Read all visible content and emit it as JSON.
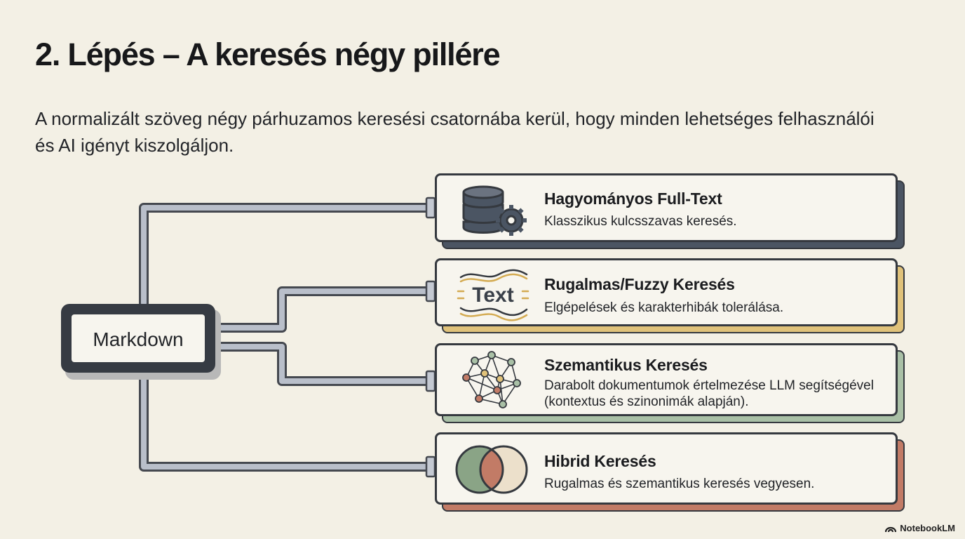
{
  "title": "2. Lépés – A keresés négy pillére",
  "subtitle": "A normalizált szöveg négy párhuzamos keresési csatornába kerül, hogy minden lehetséges felhasználói és AI igényt kiszolgáljon.",
  "source_node": {
    "label": "Markdown"
  },
  "cards": [
    {
      "title": "Hagyományos Full-Text",
      "description": "Klasszikus kulcsszavas keresés.",
      "icon": "database-gear-icon",
      "accent": "#4b5563"
    },
    {
      "title": "Rugalmas/Fuzzy Keresés",
      "description": "Elgépelések és karakterhibák tolerálása.",
      "icon": "wavy-text-icon",
      "icon_text": "Text",
      "accent": "#e0c27a"
    },
    {
      "title": "Szemantikus Keresés",
      "description": "Darabolt dokumentumok értelmezése LLM segítségével (kontextus és szinonimák alapján).",
      "icon": "network-graph-icon",
      "accent": "#a9c0a6"
    },
    {
      "title": "Hibrid Keresés",
      "description": "Rugalmas és szemantikus keresés vegyesen.",
      "icon": "venn-diagram-icon",
      "accent": "#c27b66"
    }
  ],
  "footer": {
    "brand": "NotebookLM",
    "icon": "notebooklm-logo-icon"
  }
}
